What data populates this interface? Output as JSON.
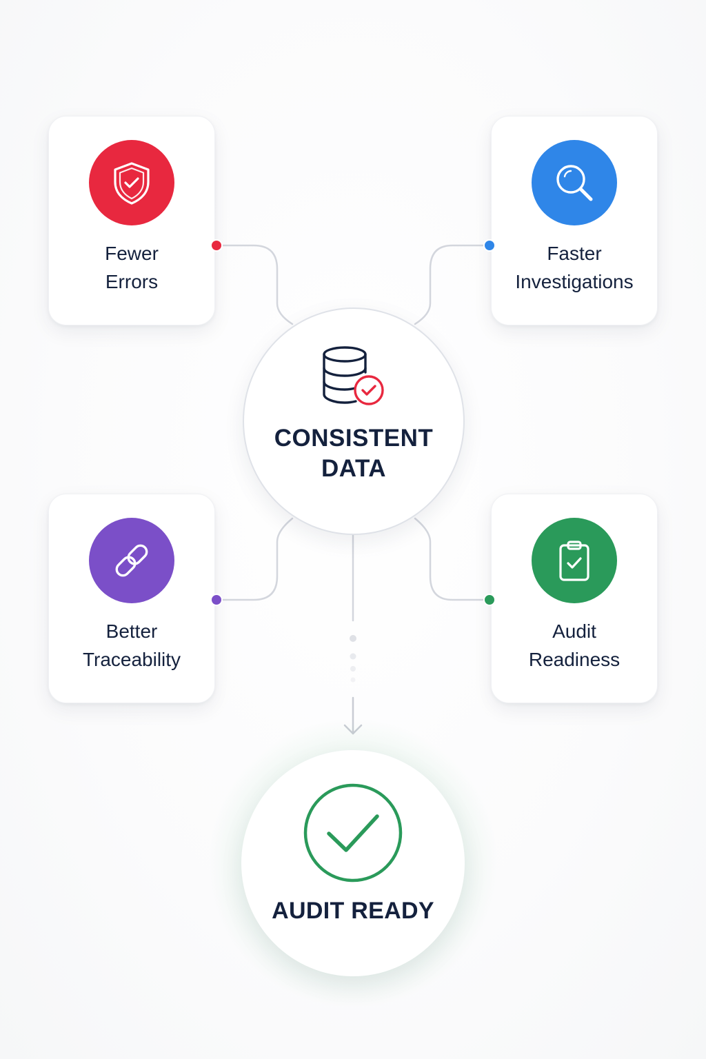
{
  "hub": {
    "title_line1": "CONSISTENT",
    "title_line2": "DATA",
    "icon": "database-check-icon"
  },
  "benefits": [
    {
      "line1": "Fewer",
      "line2": "Errors",
      "icon": "shield-check-icon",
      "color": "#e8283f"
    },
    {
      "line1": "Faster",
      "line2": "Investigations",
      "icon": "magnifier-icon",
      "color": "#2f86e8"
    },
    {
      "line1": "Better",
      "line2": "Traceability",
      "icon": "link-icon",
      "color": "#7b4fc8"
    },
    {
      "line1": "Audit",
      "line2": "Readiness",
      "icon": "clipboard-check-icon",
      "color": "#2a9a5a"
    }
  ],
  "result": {
    "title": "AUDIT READY",
    "icon": "circle-check-icon",
    "color": "#2a9a5a"
  },
  "connector_color": "#d3d6dd",
  "text_color": "#14213d"
}
